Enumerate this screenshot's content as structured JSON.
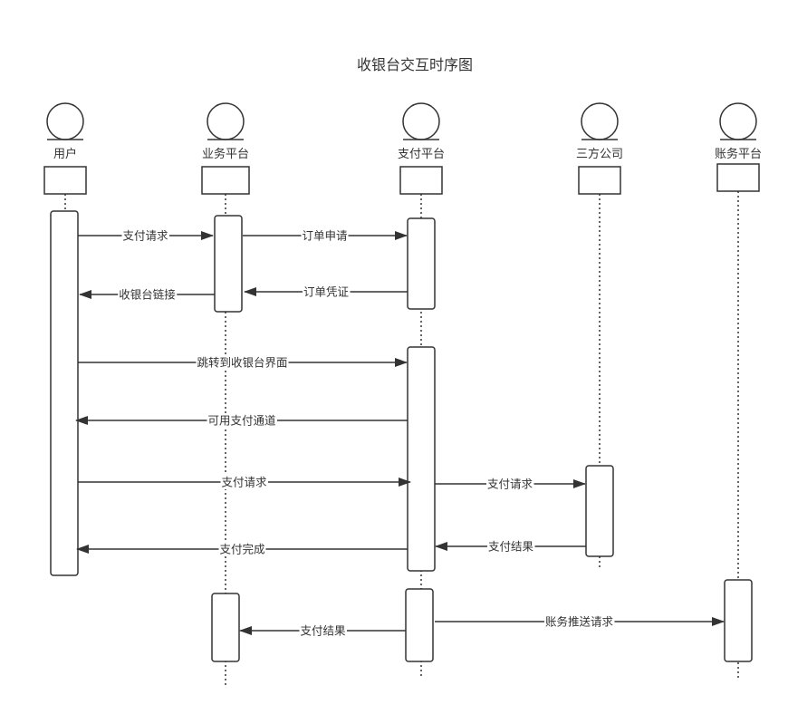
{
  "title": "收银台交互时序图",
  "colors": {
    "line": "#333333",
    "fill": "#ffffff",
    "text": "#333333"
  },
  "actors": [
    {
      "id": "user",
      "label": "用户"
    },
    {
      "id": "biz",
      "label": "业务平台"
    },
    {
      "id": "pay",
      "label": "支付平台"
    },
    {
      "id": "third",
      "label": "三方公司"
    },
    {
      "id": "acct",
      "label": "账务平台"
    }
  ],
  "messages": [
    {
      "from": "user",
      "to": "biz",
      "label": "支付请求"
    },
    {
      "from": "biz",
      "to": "pay",
      "label": "订单申请"
    },
    {
      "from": "pay",
      "to": "biz",
      "label": "订单凭证"
    },
    {
      "from": "biz",
      "to": "user",
      "label": "收银台链接"
    },
    {
      "from": "user",
      "to": "pay",
      "label": "跳转到收银台界面"
    },
    {
      "from": "pay",
      "to": "user",
      "label": "可用支付通道"
    },
    {
      "from": "user",
      "to": "pay",
      "label": "支付请求"
    },
    {
      "from": "pay",
      "to": "third",
      "label": "支付请求"
    },
    {
      "from": "third",
      "to": "pay",
      "label": "支付结果"
    },
    {
      "from": "pay",
      "to": "user",
      "label": "支付完成"
    },
    {
      "from": "pay",
      "to": "biz",
      "label": "支付结果"
    },
    {
      "from": "pay",
      "to": "acct",
      "label": "账务推送请求"
    }
  ]
}
